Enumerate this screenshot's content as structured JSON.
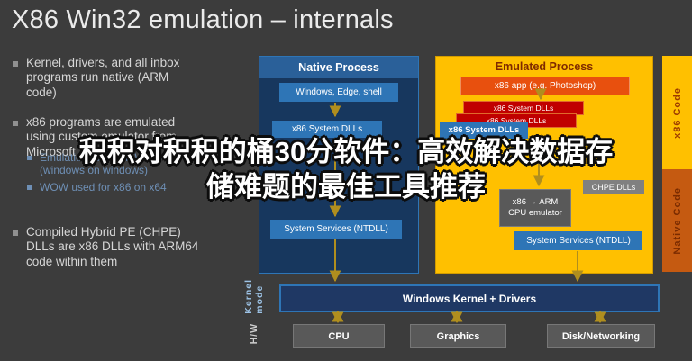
{
  "slide": {
    "title": "X86 Win32 emulation – internals",
    "bullets": [
      {
        "text": "Kernel, drivers, and all inbox programs run native (ARM code)"
      },
      {
        "text": "x86 programs are emulated using custom emulator from Microsoft",
        "sub": [
          "Emulation relies on WOW (windows on windows)",
          "WOW used for x86 on x64"
        ]
      },
      {
        "text": "Compiled Hybrid PE (CHPE) DLLs are x86 DLLs with ARM64 code within them"
      }
    ]
  },
  "native_process": {
    "title": "Native Process",
    "windows_box": "Windows, Edge, shell",
    "dlls_box": "x86 System DLLs",
    "services_box": "System Services (NTDLL)"
  },
  "emulated_process": {
    "title": "Emulated Process",
    "app_box": "x86 app (e.g. Photoshop)",
    "red_dll_1": "x86 System DLLs",
    "red_dll_2": "x86 System DLLs",
    "blue_dll": "x86 System DLLs",
    "chpe_box": "CHPE DLLs",
    "emulator_line1": "x86 → ARM",
    "emulator_line2": "CPU emulator",
    "services_box": "System Services (NTDLL)"
  },
  "side_labels": {
    "x86_code": "x86 Code",
    "native_code": "Native Code",
    "kernel_mode": "Kernel mode",
    "hw": "H/W"
  },
  "bottom": {
    "kernel_box": "Windows Kernel + Drivers",
    "cpu_box": "CPU",
    "graphics_box": "Graphics",
    "disk_box": "Disk/Networking"
  },
  "overlay": {
    "line1": "积积对积积的桶30分软件：高效解决数据存",
    "line2": "储难题的最佳工具推荐"
  },
  "colors": {
    "background": "#3c3c3c",
    "native_panel": "#17375e",
    "native_header": "#2a6099",
    "blue_box": "#2e75b6",
    "emulated_panel": "#ffc000",
    "emulated_title": "#7f2a00",
    "app_box": "#e8500e",
    "red_box": "#c00000",
    "gray_box": "#595959",
    "kernel_box": "#1f3864",
    "orange_bar": "#c55a11",
    "arrow": "#b08e1e"
  }
}
